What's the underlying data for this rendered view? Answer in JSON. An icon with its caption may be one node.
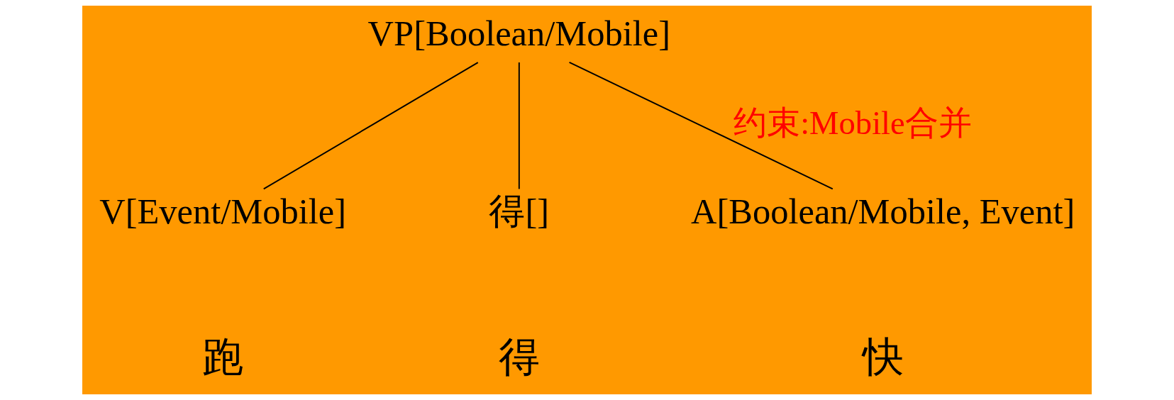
{
  "diagram": {
    "nodes": [
      {
        "text": [
          "VP[Boolean/Mobile]"
        ]
      },
      {
        "text": [
          "V[Event/Mobile]"
        ]
      },
      {
        "text": [
          "得[]"
        ]
      },
      {
        "text": [
          "A[Boolean/Mobile, Event]"
        ]
      }
    ],
    "edges": [
      {
        "from": 0,
        "to": 1,
        "arrow": "none"
      },
      {
        "from": 0,
        "to": 2,
        "arrow": "none"
      },
      {
        "from": 0,
        "to": 3,
        "arrow": "none",
        "label": "约束:Mobile合并"
      }
    ],
    "labels": [
      "跑",
      "得",
      "快"
    ]
  }
}
